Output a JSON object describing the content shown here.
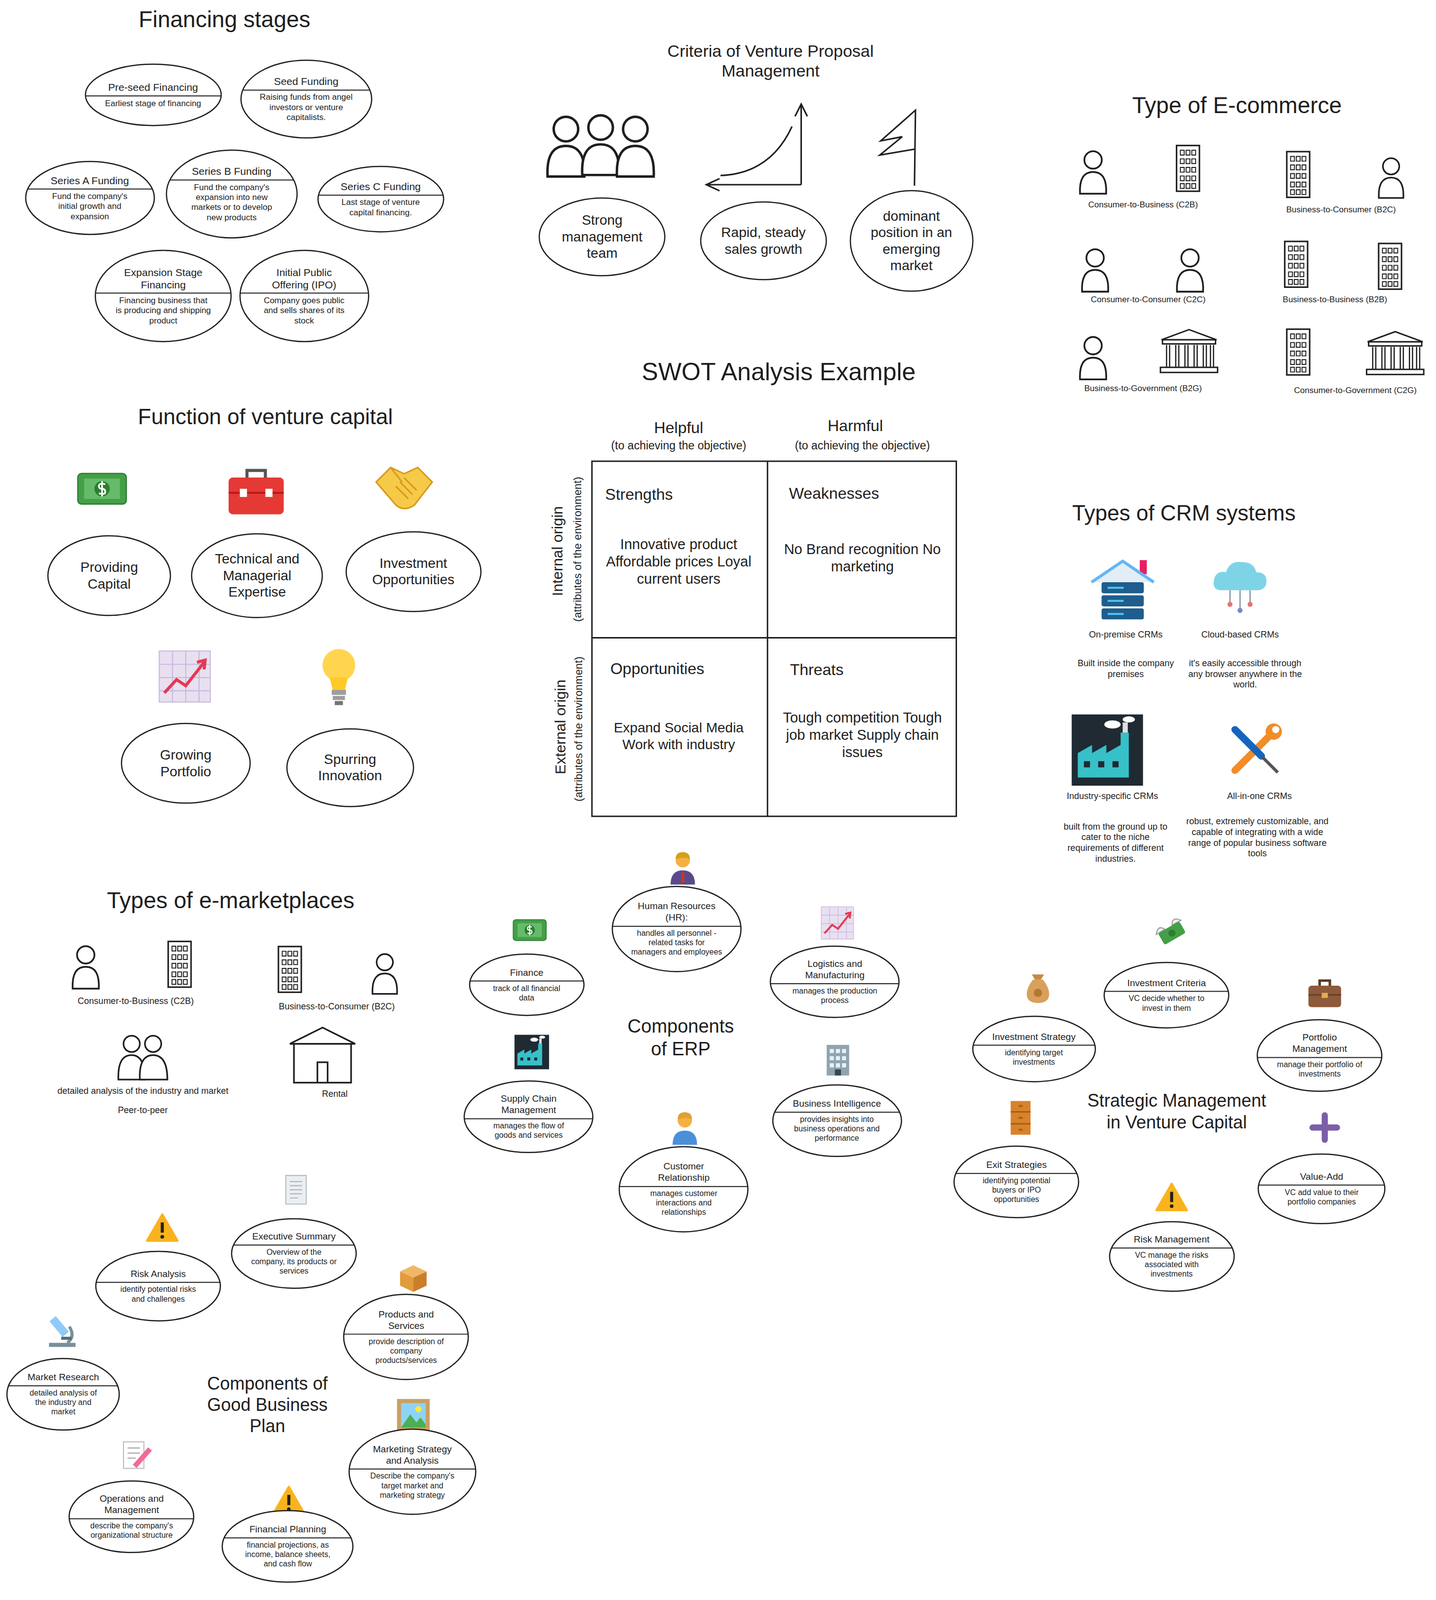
{
  "diagram": {
    "nodes": [
      {
        "text": [
          "Pre-seed Financing",
          "Earliest stage of financing"
        ]
      },
      {
        "text": [
          "Seed Funding",
          "Raising funds from angel investors or venture capitalists."
        ]
      },
      {
        "text": [
          "Series A Funding",
          "Fund the company's initial growth and expansion"
        ]
      },
      {
        "text": [
          "Series B Funding",
          "Fund the company's expansion into new markets or to develop new products"
        ]
      },
      {
        "text": [
          "Series C Funding",
          "Last stage of venture capital financing."
        ]
      },
      {
        "text": [
          "Expansion Stage Financing",
          "Financing business that is producing and shipping product"
        ]
      },
      {
        "text": [
          "Initial Public Offering (IPO)",
          "Company goes public and sells shares of its stock"
        ]
      },
      {
        "text": [
          "Strong management team"
        ]
      },
      {
        "text": [
          "Rapid, steady sales growth"
        ]
      },
      {
        "text": [
          "dominant position in an emerging market"
        ]
      },
      {
        "text": [
          "Providing Capital"
        ]
      },
      {
        "text": [
          "Technical and Managerial Expertise"
        ]
      },
      {
        "text": [
          "Investment Opportunities"
        ]
      },
      {
        "text": [
          "Growing Portfolio"
        ]
      },
      {
        "text": [
          "Spurring Innovation"
        ]
      },
      {
        "text": [
          "Human Resources (HR):",
          "handles all personnel -related tasks for managers and employees"
        ]
      },
      {
        "text": [
          "Finance",
          "track of all financial data"
        ]
      },
      {
        "text": [
          "Logistics and Manufacturing",
          "manages the production process"
        ]
      },
      {
        "text": [
          "Supply Chain Management",
          "manages the flow of goods and services"
        ]
      },
      {
        "text": [
          "Business Intelligence",
          "provides insights into business operations and performance"
        ]
      },
      {
        "text": [
          "Customer Relationship",
          "manages customer interactions and relationships"
        ]
      },
      {
        "text": [
          "Investment Criteria",
          "VC decide whether to invest in them"
        ]
      },
      {
        "text": [
          "Investment Strategy",
          "identifying target investments"
        ]
      },
      {
        "text": [
          "Portfolio Management",
          "manage their portfolio of investments"
        ]
      },
      {
        "text": [
          "Exit Strategies",
          "identifying potential buyers or IPO opportunities"
        ]
      },
      {
        "text": [
          "Value-Add",
          "VC add value to their portfolio companies"
        ]
      },
      {
        "text": [
          "Risk Management",
          "VC manage the risks associated with investments"
        ]
      },
      {
        "text": [
          "Executive Summary",
          "Overview of the company, its products or services"
        ]
      },
      {
        "text": [
          "Risk Analysis",
          "identify potential risks and challenges"
        ]
      },
      {
        "text": [
          "Products and Services",
          "provide description of company products/services"
        ]
      },
      {
        "text": [
          "Market Research",
          "detailed analysis of the industry and market"
        ]
      },
      {
        "text": [
          "Marketing Strategy and Analysis",
          "Describe the company's target market and marketing strategy"
        ]
      },
      {
        "text": [
          "Operations and Management",
          "describe the company's organizational structure"
        ]
      },
      {
        "text": [
          "Financial Planning",
          "financial projections, as income, balance sheets, and cash flow"
        ]
      }
    ],
    "labels": [
      "Financing stages",
      "Criteria of Venture Proposal Management",
      "Type of E-commerce",
      "SWOT Analysis Example",
      "Function of venture capital",
      "Types of CRM systems",
      "Types of e-marketplaces",
      "Components of ERP",
      "Strategic Management in Venture Capital",
      "Components of Good Business Plan",
      "Consumer-to-Business (C2B)",
      "Business-to-Consumer (B2C)",
      "Consumer-to-Consumer (C2C)",
      "Business-to-Business (B2B)",
      "Business-to-Government (B2G)",
      "Consumer-to-Government (C2G)",
      "Helpful",
      "(to achieving the objective)",
      "Harmful",
      "(to achieving the objective)",
      "Internal origin",
      "(attributes of the environment)",
      "External origin",
      "(attributes of the environment)",
      "Strengths",
      "Innovative product Affordable prices Loyal current users",
      "Weaknesses",
      "No Brand recognition No marketing",
      "Opportunities",
      "Expand Social Media Work with industry",
      "Threats",
      "Tough competition Tough job market Supply chain issues",
      "On-premise CRMs",
      "Built inside the company premises",
      "Cloud-based CRMs",
      "it's easily accessible through any browser anywhere in the world.",
      "Industry-specific CRMs",
      "built from the ground up to cater to the niche requirements of different industries.",
      "All-in-one CRMs",
      "robust, extremely customizable, and capable of integrating with a wide range of popular business software tools",
      "Consumer-to-Business (C2B)",
      "Business-to-Consumer (B2C)",
      "detailed analysis of the industry and market",
      "Peer-to-peer",
      "Rental"
    ]
  }
}
